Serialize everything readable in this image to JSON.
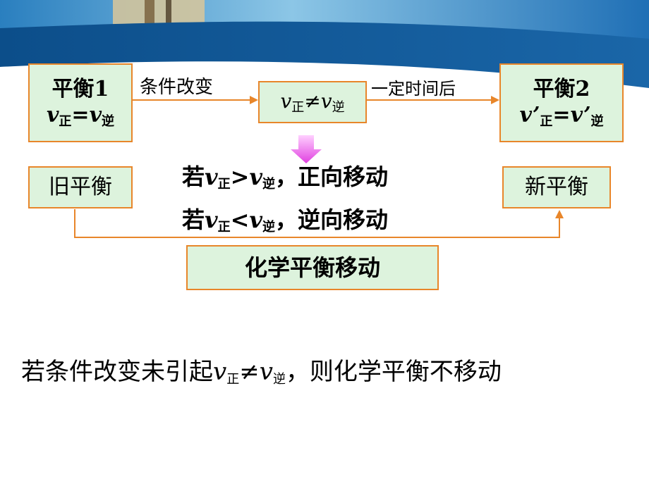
{
  "diagram": {
    "equilibrium1": {
      "title": "平衡1",
      "rate_eq": {
        "v1": "v",
        "sub1": "正",
        "op": "=",
        "v2": "v",
        "sub2": "逆"
      }
    },
    "condition_label": "条件改变",
    "middle": {
      "v1": "v",
      "sub1": "正",
      "op": "≠",
      "v2": "v",
      "sub2": "逆"
    },
    "time_label": "一定时间后",
    "equilibrium2": {
      "title": "平衡2",
      "rate_eq": {
        "v1": "v’",
        "sub1": "正",
        "op": "=",
        "v2": "v’",
        "sub2": "逆"
      }
    },
    "old_label": "旧平衡",
    "new_label": "新平衡",
    "rule1": {
      "pre": "若",
      "v1": "v",
      "sub1": "正",
      "op": ">",
      "v2": "v",
      "sub2": "逆",
      "post": "，正向移动"
    },
    "rule2": {
      "pre": "若",
      "v1": "v",
      "sub1": "正",
      "op": "<",
      "v2": "v",
      "sub2": "逆",
      "post": "，逆向移动"
    },
    "shift_label": "化学平衡移动"
  },
  "conclusion": {
    "pre": "若条件改变未引起",
    "v1": "v",
    "sub1": "正",
    "op": "≠",
    "v2": "v",
    "sub2": "逆",
    "post": "，则化学平衡不移动"
  },
  "colors": {
    "box_border": "#e8862a",
    "box_fill": "#ddf3dd",
    "arrow": "#e8862a",
    "down_arrow": "#e040e0"
  }
}
